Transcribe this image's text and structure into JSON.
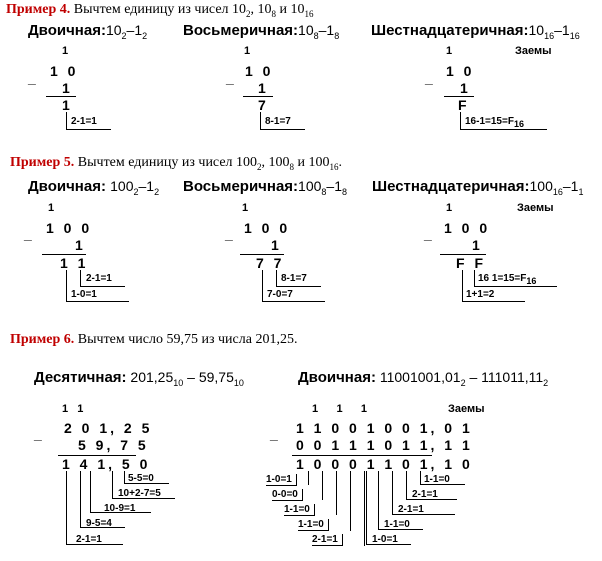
{
  "ex4": {
    "label": "Пример 4.",
    "text": " Вычтем единицу из чисел 10",
    "s1": "2",
    "t1": ", 10",
    "s2": "8",
    "t2": " и 10",
    "s3": "16",
    "bin": {
      "title": "Двоичная:",
      "a": "10",
      "as": "2",
      "b": "–1",
      "bs": "2",
      "borrow": "1",
      "top": "1 0",
      "mid": "1",
      "res": "1",
      "note": "2-1=1"
    },
    "oct": {
      "title": "Восьмеричная:",
      "a": "10",
      "as": "8",
      "b": "–1",
      "bs": "8",
      "borrow": "1",
      "top": "1 0",
      "mid": "1",
      "res": "7",
      "note": "8-1=7"
    },
    "hex": {
      "title": "Шестнадцатеричная:",
      "a": "10",
      "as": "16",
      "b": "–1",
      "bs": "16",
      "borrow": "1",
      "zaemy": "Заемы",
      "top": "1 0",
      "mid": "1",
      "res": "F",
      "note": "16-1=15=F",
      "notes": "16"
    }
  },
  "ex5": {
    "label": "Пример 5.",
    "text": " Вычтем единицу из чисел 100",
    "s1": "2",
    "t1": ", 100",
    "s2": "8",
    "t2": " и 100",
    "s3": "16",
    "t3": ".",
    "bin": {
      "title": "Двоичная: ",
      "a": "100",
      "as": "2",
      "b": "–1",
      "bs": "2",
      "borrow": "1",
      "top": "1 0 0",
      "mid": "1",
      "res": "1 1",
      "n1": "2-1=1",
      "n2": "1-0=1"
    },
    "oct": {
      "title": "Восьмеричная:",
      "a": "100",
      "as": "8",
      "b": "–1",
      "bs": "8",
      "borrow": "1",
      "top": "1 0 0",
      "mid": "1",
      "res": "7 7",
      "n1": "8-1=7",
      "n2": "7-0=7"
    },
    "hex": {
      "title": "Шестнадцатеричная:",
      "a": "100",
      "as": "16",
      "b": "–1",
      "bs": "1",
      "borrow": "1",
      "zaemy": "Заемы",
      "top": "1 0 0",
      "mid": "1",
      "res": "F F",
      "n1": "16 1=15=F",
      "n1s": "16",
      "n2": "1+1=2"
    }
  },
  "ex6": {
    "label": "Пример 6.",
    "text": " Вычтем число 59,75 из числа 201,25.",
    "dec": {
      "title": "Десятичная:",
      "a": " 201,25",
      "as": "10",
      "b": " – 59,75",
      "bs": "10",
      "borrow": "1   1",
      "top": "2 0 1, 2 5",
      "mid": "5 9, 7 5",
      "res": "1 4 1, 5 0",
      "notes": [
        "5-5=0",
        "10+2-7=5",
        "10-9=1",
        "9-5=4",
        "2-1=1"
      ]
    },
    "bin": {
      "title": "Двоичная:",
      "a": " 11001001,01",
      "as": "2",
      "b": " – 111011,11",
      "bs": "2",
      "borrow": "1      1      1",
      "zaemy": "Заемы",
      "top": "1 1 0 0 1 0 0 1, 0 1",
      "mid": "0 0 1 1 1 0 1 1, 1 1",
      "res": "1 0 0 0 1 1 0 1, 1 0",
      "lnotes": [
        "1-0=1",
        "0-0=0",
        "1-1=0",
        "1-1=0",
        "2-1=1"
      ],
      "rnotes": [
        "1-1=0",
        "2-1=1",
        "2-1=1",
        "1-1=0",
        "1-0=1"
      ]
    }
  },
  "minus": "_"
}
